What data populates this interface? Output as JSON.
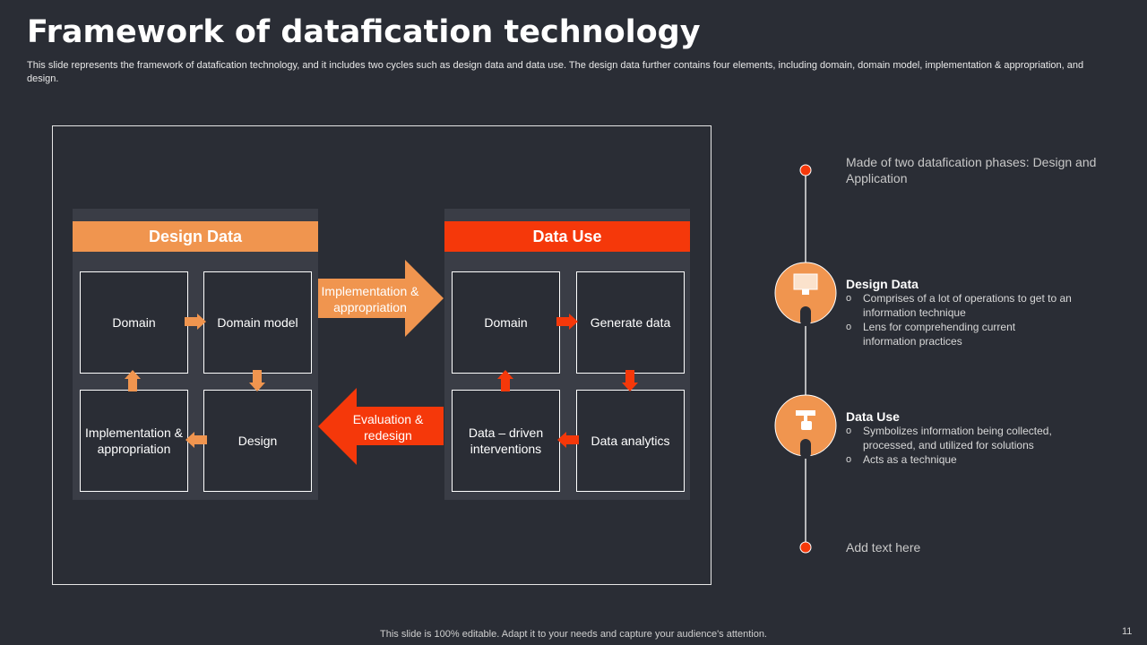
{
  "title": "Framework of datafication technology",
  "description": "This slide represents the framework of datafication technology, and it includes two cycles such as design data and data use. The design data further contains four elements, including domain, domain model, implementation & appropriation, and design.",
  "design_data": {
    "header": "Design Data",
    "boxes": [
      "Domain",
      "Domain model",
      "Implementation & appropriation",
      "Design"
    ]
  },
  "data_use": {
    "header": "Data Use",
    "boxes": [
      "Domain",
      "Generate data",
      "Data – driven interventions",
      "Data analytics"
    ]
  },
  "arrows": {
    "forward": "Implementation & appropriation",
    "backward": "Evaluation & redesign"
  },
  "timeline": {
    "intro": "Made of two datafication phases: Design and Application",
    "items": [
      {
        "title": "Design Data",
        "icon": "monitor-touch-icon",
        "bullets": [
          "Comprises of a lot of operations to get to an information technique",
          "Lens for comprehending current information practices"
        ]
      },
      {
        "title": "Data Use",
        "icon": "hand-click-icon",
        "bullets": [
          "Symbolizes information being collected, processed, and utilized for solutions",
          "Acts as a technique"
        ]
      }
    ],
    "end": "Add text here"
  },
  "footer": "This slide is 100% editable. Adapt it to your needs and capture your audience's attention.",
  "page_number": "11",
  "colors": {
    "background": "#2a2d35",
    "panel": "#3a3d46",
    "orange": "#f0954f",
    "red": "#f5380a"
  }
}
